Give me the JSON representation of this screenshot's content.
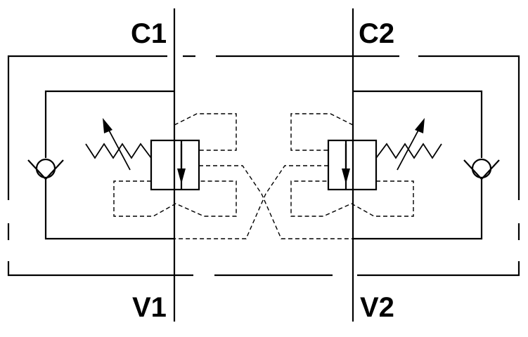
{
  "ports": {
    "c1": "C1",
    "c2": "C2",
    "v1": "V1",
    "v2": "V2"
  },
  "colors": {
    "line": "#000000",
    "background": "#ffffff"
  }
}
